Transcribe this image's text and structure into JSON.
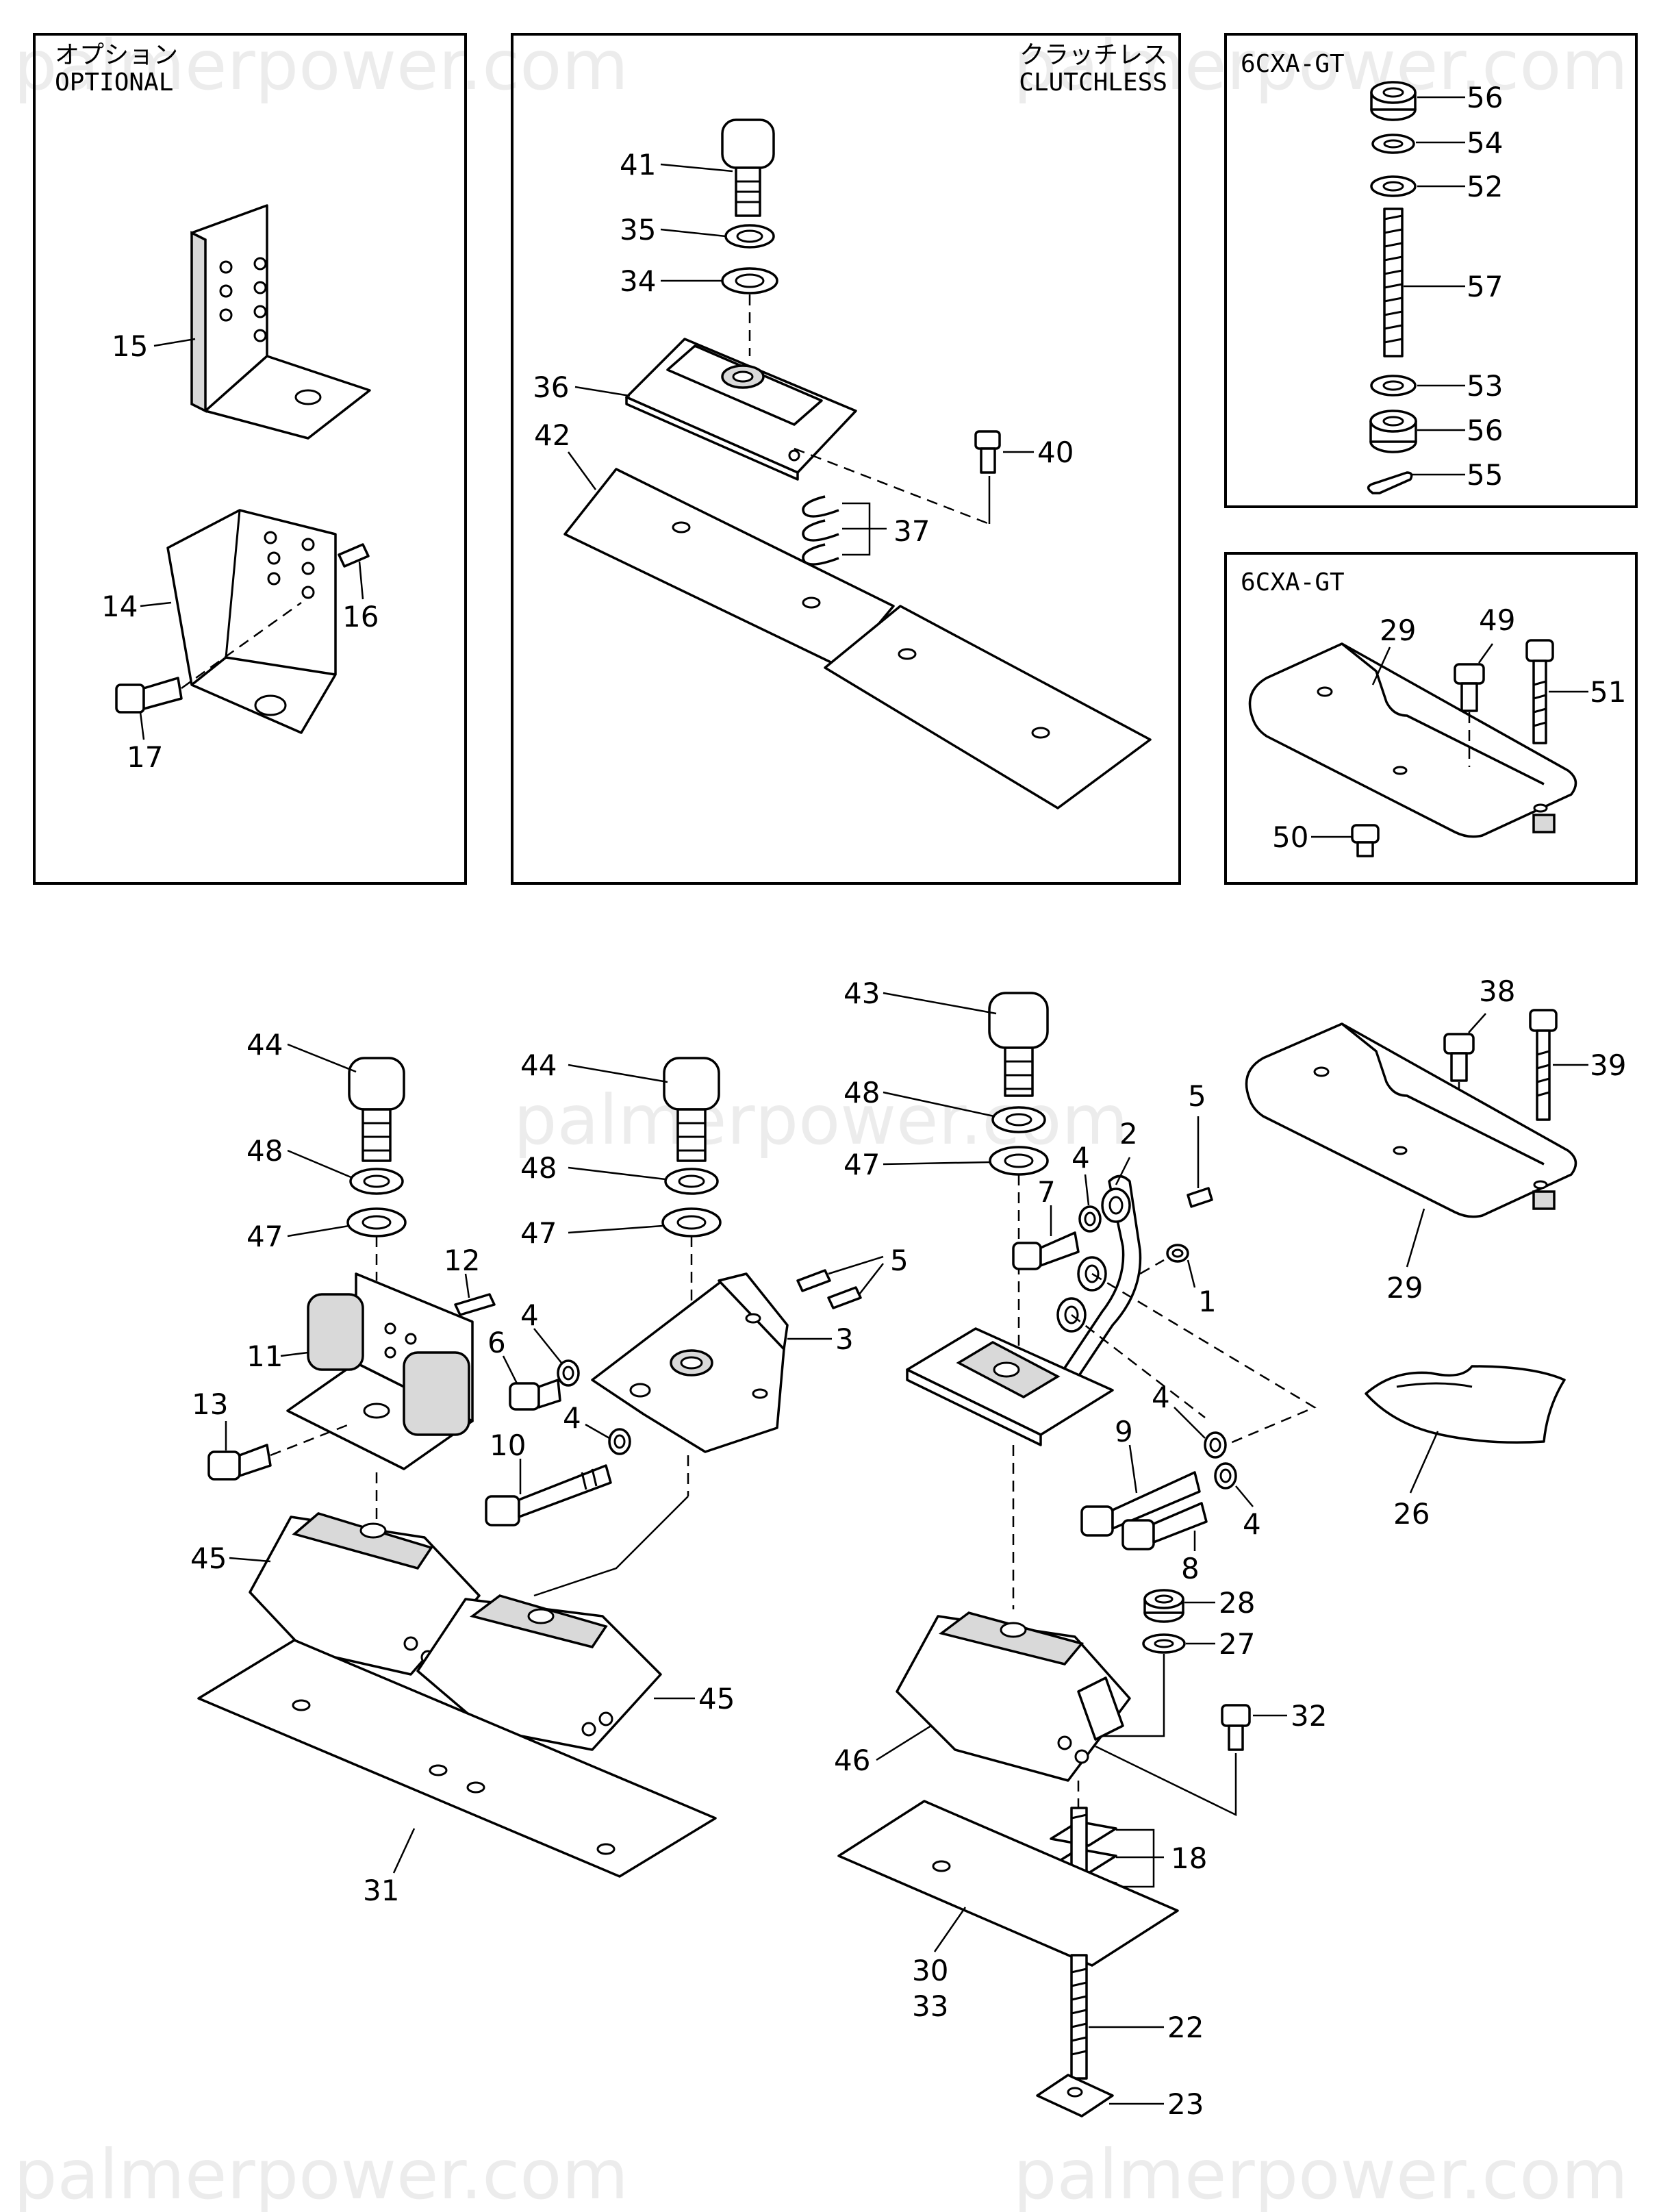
{
  "panels": {
    "optional": {
      "caption_jp": "オプション",
      "caption_en": "OPTIONAL"
    },
    "clutchless": {
      "caption_jp": "クラッチレス",
      "caption_en": "CLUTCHLESS"
    },
    "gt_top": {
      "caption": "6CXA-GT"
    },
    "gt_bottom": {
      "caption": "6CXA-GT"
    }
  },
  "watermark": "palmerpower.com",
  "callouts": {
    "c15": "15",
    "c14": "14",
    "c16": "16",
    "c17": "17",
    "c41": "41",
    "c35": "35",
    "c34": "34",
    "c36": "36",
    "c42": "42",
    "c40": "40",
    "c37": "37",
    "c56a": "56",
    "c54": "54",
    "c52": "52",
    "c57": "57",
    "c53": "53",
    "c56b": "56",
    "c55": "55",
    "c29a": "29",
    "c49": "49",
    "c51": "51",
    "c50": "50",
    "c44a": "44",
    "c48a": "48",
    "c47a": "47",
    "c12": "12",
    "c11": "11",
    "c13": "13",
    "c44b": "44",
    "c48b": "48",
    "c47b": "47",
    "c5a": "5",
    "c3": "3",
    "c4a": "4",
    "c6": "6",
    "c4b": "4",
    "c10": "10",
    "c45a": "45",
    "c45b": "45",
    "c31": "31",
    "c43": "43",
    "c48c": "48",
    "c47c": "47",
    "c5b": "5",
    "c2": "2",
    "c4c": "4",
    "c7": "7",
    "c1": "1",
    "c4d": "4",
    "c9": "9",
    "c4e": "4",
    "c8": "8",
    "c28": "28",
    "c27": "27",
    "c32": "32",
    "c46": "46",
    "c18": "18",
    "c30": "30",
    "c33": "33",
    "c22": "22",
    "c23": "23",
    "c38": "38",
    "c39": "39",
    "c29b": "29",
    "c26": "26"
  }
}
